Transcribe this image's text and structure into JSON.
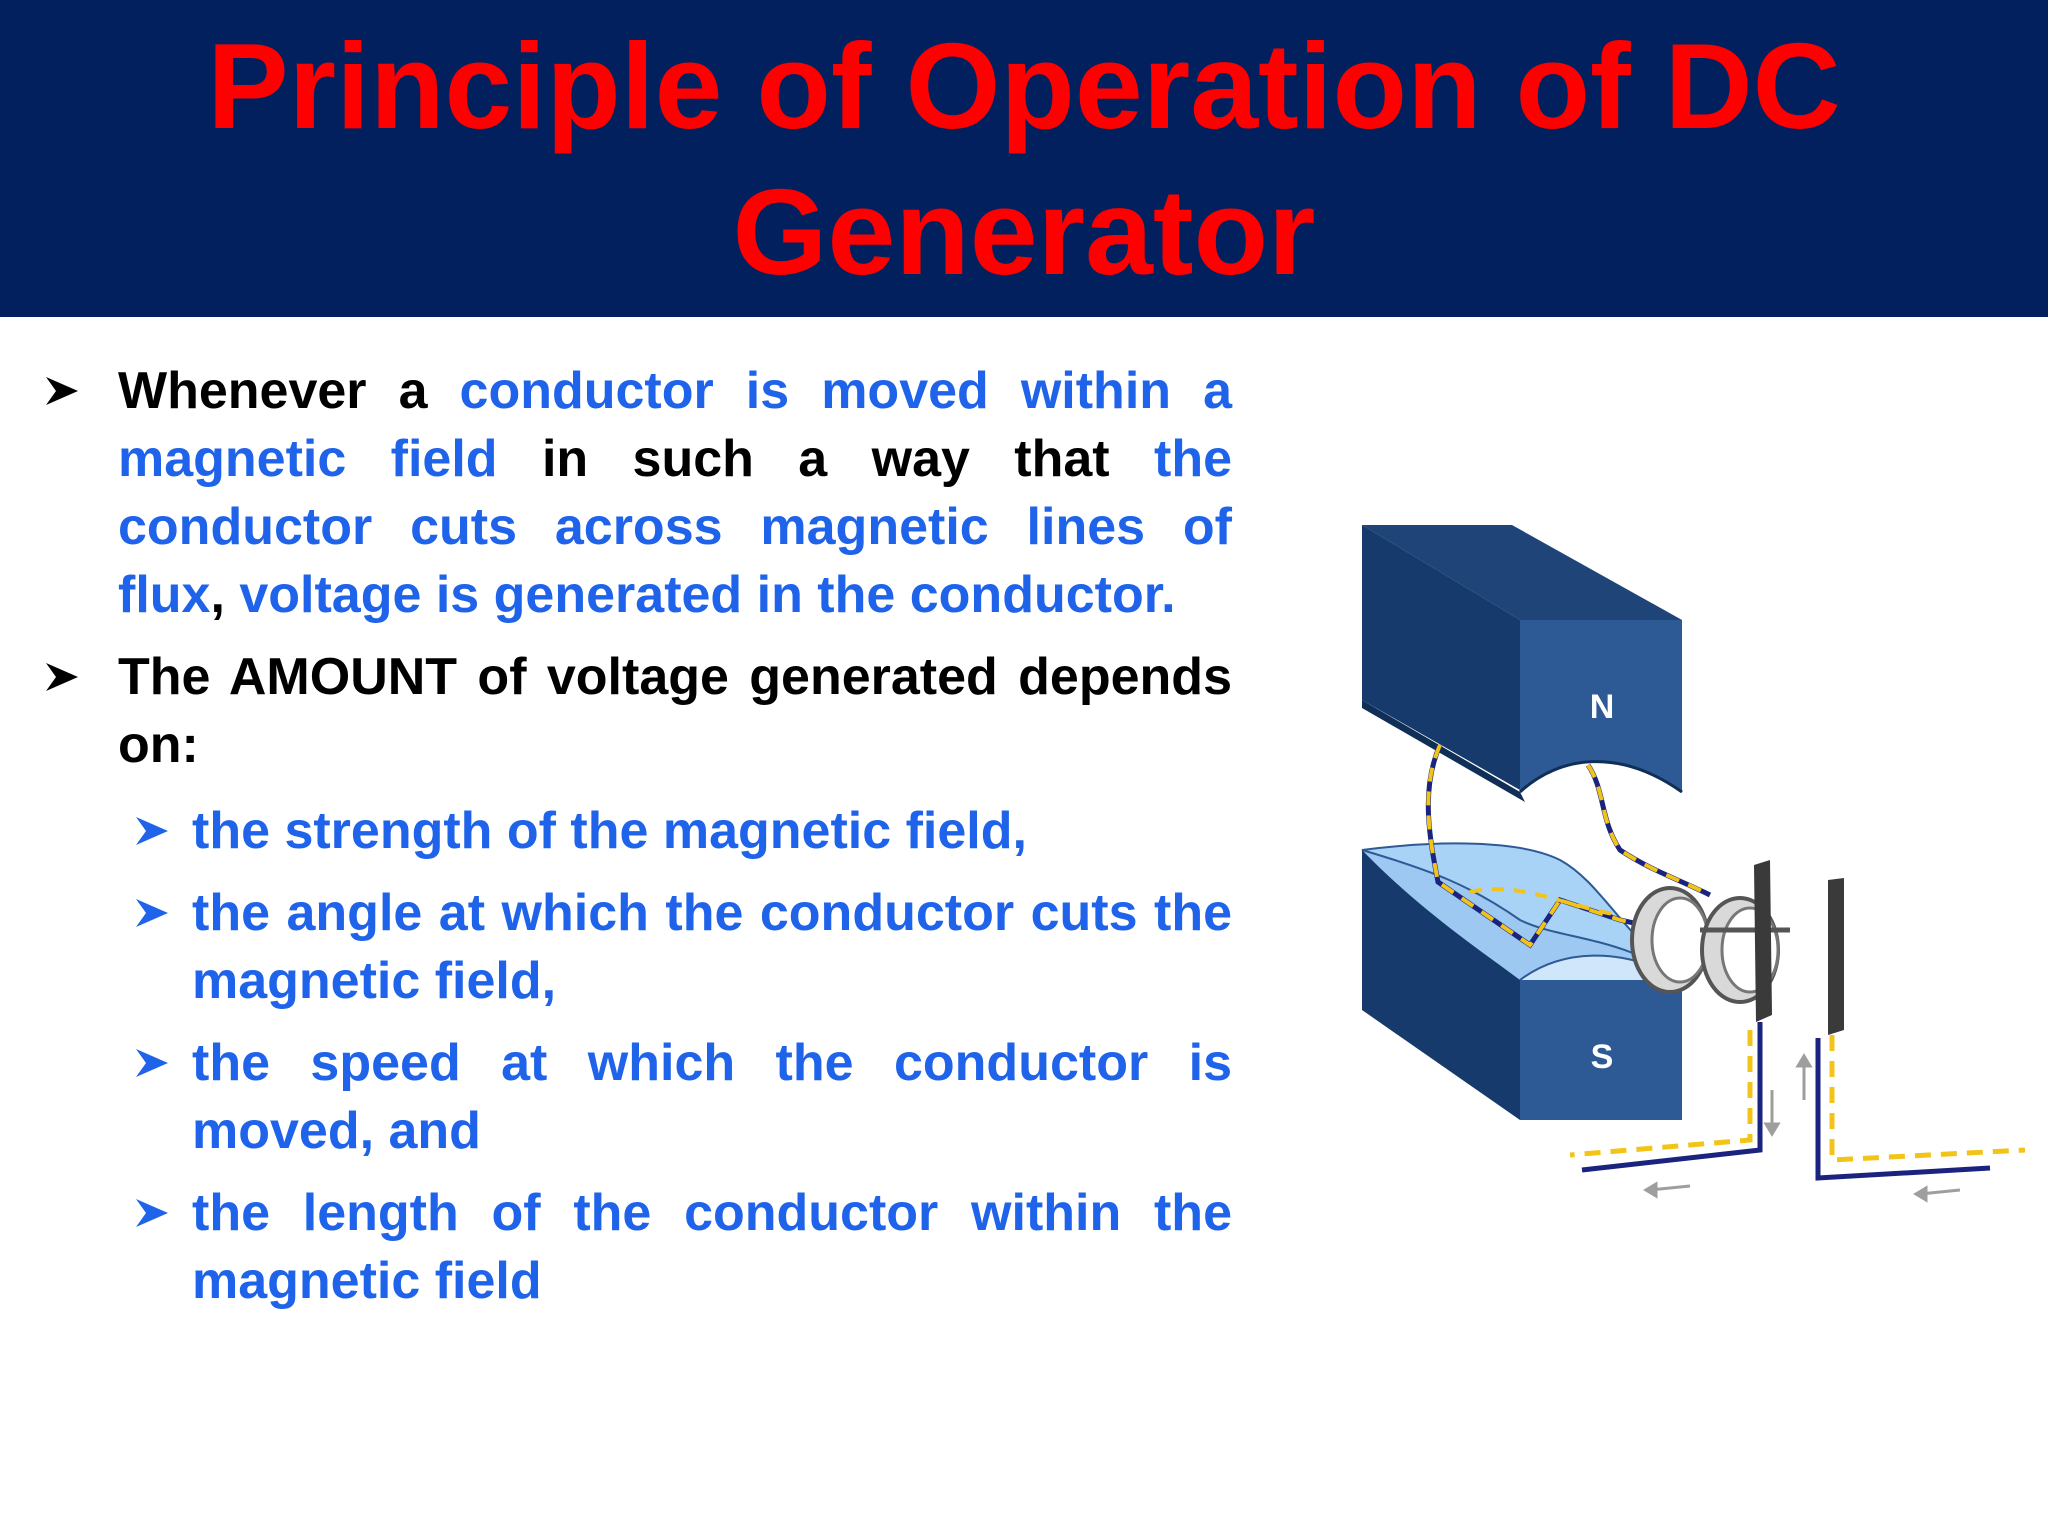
{
  "slide": {
    "title_line1": "Principle of Operation of DC",
    "title_line2": "Generator"
  },
  "bullets": {
    "first": {
      "t1": "Whenever a ",
      "t2": "conductor is moved within a magnetic field",
      "t3": " in such a way that ",
      "t4": "the conductor cuts across magnetic lines of flux",
      "t5": ", ",
      "t6": "voltage is generated in the conductor."
    },
    "second": {
      "text": "The AMOUNT of voltage generated depends on:",
      "sub_items": [
        "the strength of the magnetic field,",
        "the angle at which the conductor cuts the magnetic field,",
        "the speed at which the conductor is moved, and",
        "the length of the conductor within the magnetic field"
      ]
    }
  },
  "diagram": {
    "north_label": "N",
    "south_label": "S"
  },
  "colors": {
    "title_bg": "#02205e",
    "title_text": "#ff0000",
    "highlight_text": "#1e63e9",
    "body_text": "#000000",
    "magnet": "#2d5a94",
    "magnet_dark": "#163a6b",
    "conductor_path": "#f2c418"
  }
}
